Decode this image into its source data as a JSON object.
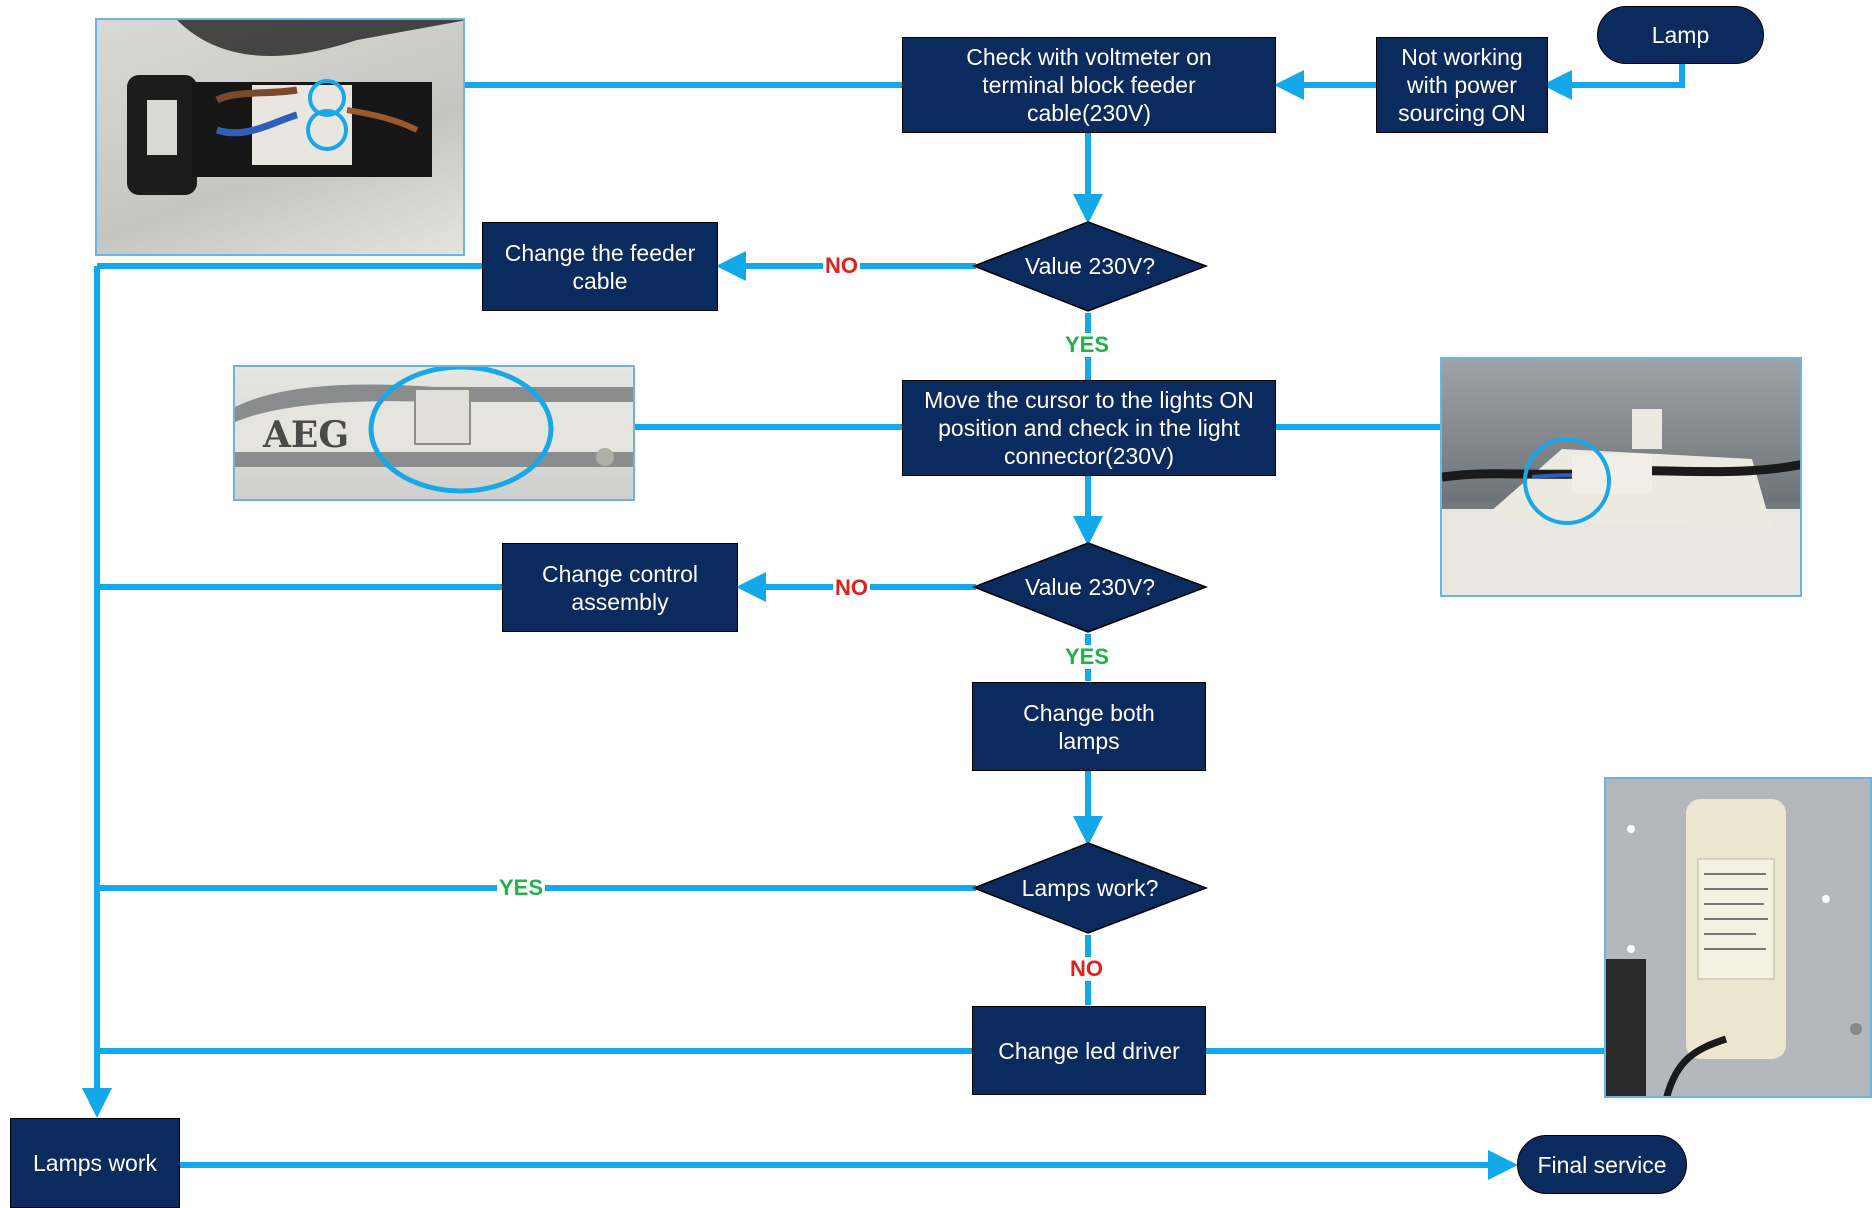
{
  "colors": {
    "box": "#0b2a5e",
    "arrow": "#12a8ea",
    "yes": "#1fb34a",
    "no": "#e0211d"
  },
  "nodes": {
    "lamp": "Lamp",
    "not_working": "Not working with power sourcing ON",
    "check_voltmeter": "Check with voltmeter on terminal block feeder cable(230V)",
    "value_1": "Value 230V?",
    "change_feeder": "Change the feeder cable",
    "move_cursor": "Move the cursor to the lights ON position and check in the light connector(230V)",
    "value_2": "Value 230V?",
    "change_control": "Change control assembly",
    "change_lamps": "Change both lamps",
    "lamps_work_q": "Lamps work?",
    "change_driver": "Change led driver",
    "lamps_work": "Lamps work",
    "final_service": "Final service"
  },
  "edge_labels": {
    "no_1": "NO",
    "yes_1": "YES",
    "no_2": "NO",
    "yes_2": "YES",
    "yes_3": "YES",
    "no_3": "NO"
  },
  "photos": {
    "terminal_block": "terminal-block-photo",
    "control_panel": "control-panel-photo",
    "light_connector": "light-connector-photo",
    "led_driver": "led-driver-photo",
    "brand": "AEG"
  }
}
